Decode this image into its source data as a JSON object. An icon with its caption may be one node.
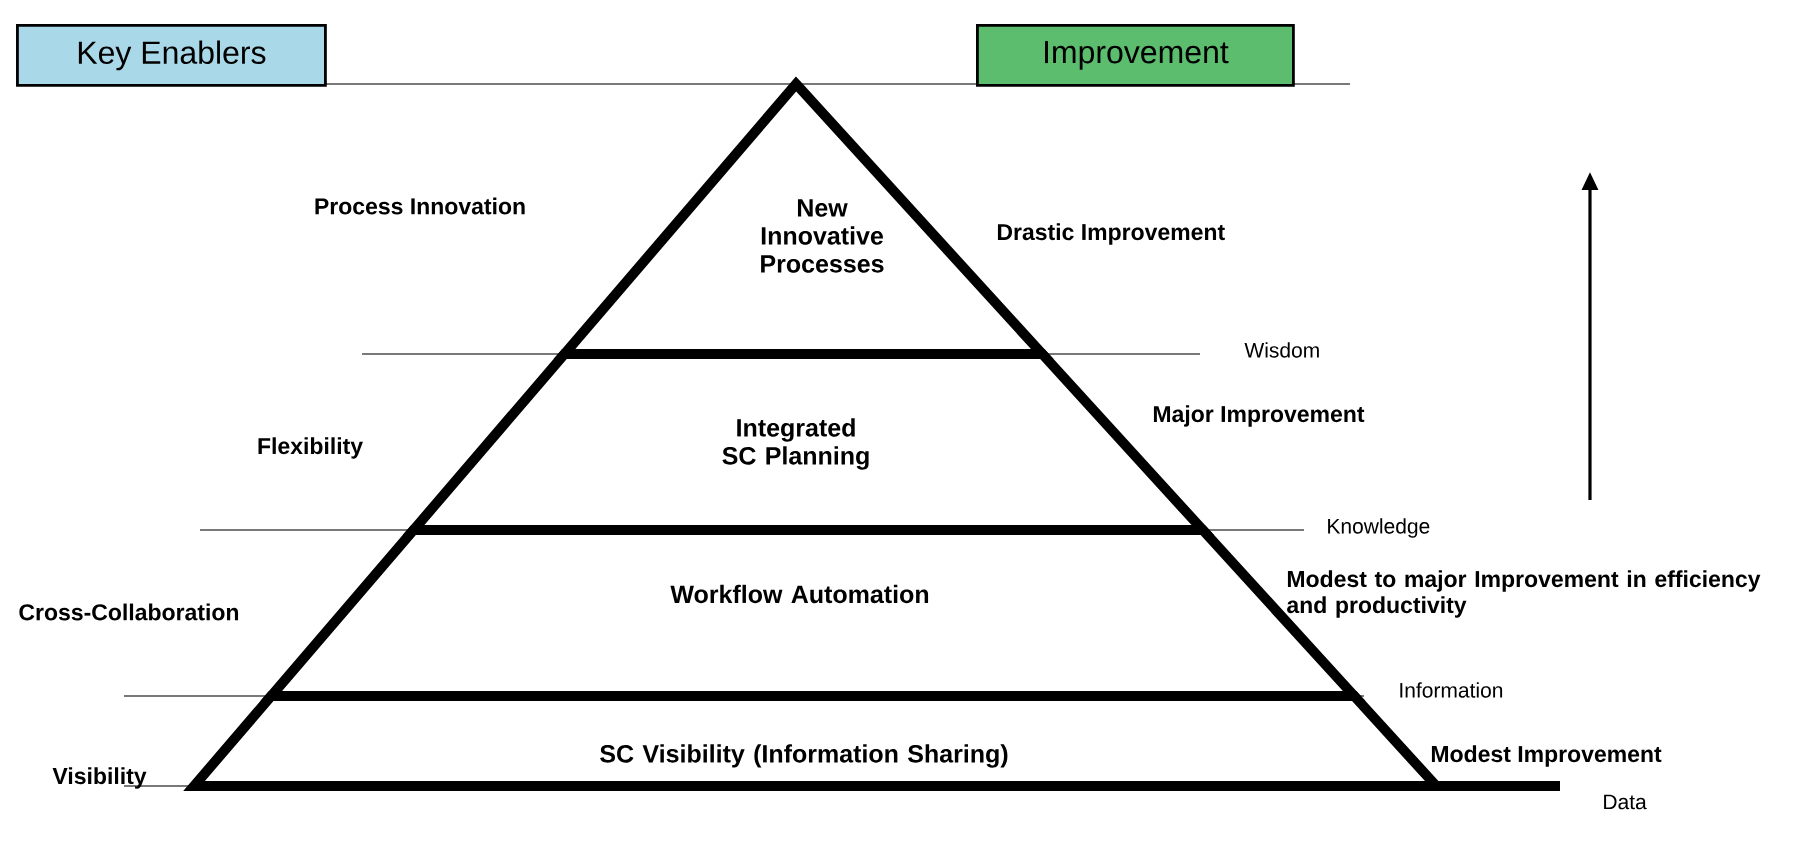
{
  "diagram": {
    "nodes": [
      {
        "text": [
          "Key Enablers"
        ]
      },
      {
        "text": [
          "Improvement"
        ]
      },
      {
        "text": [
          "New Innovative Processes"
        ]
      },
      {
        "text": [
          "Integrated SC Planning"
        ]
      },
      {
        "text": [
          "Workflow Automation"
        ]
      },
      {
        "text": [
          "SC Visibility (Information Sharing)"
        ]
      }
    ],
    "labels": [
      "Process Innovation",
      "Drastic Improvement",
      "Wisdom",
      "Flexibility",
      "Major Improvement",
      "Knowledge",
      "Cross-Collaboration",
      "Modest to major Improvement in efficiency and productivity",
      "Information",
      "Visibility",
      "Modest Improvement",
      "Data"
    ]
  }
}
